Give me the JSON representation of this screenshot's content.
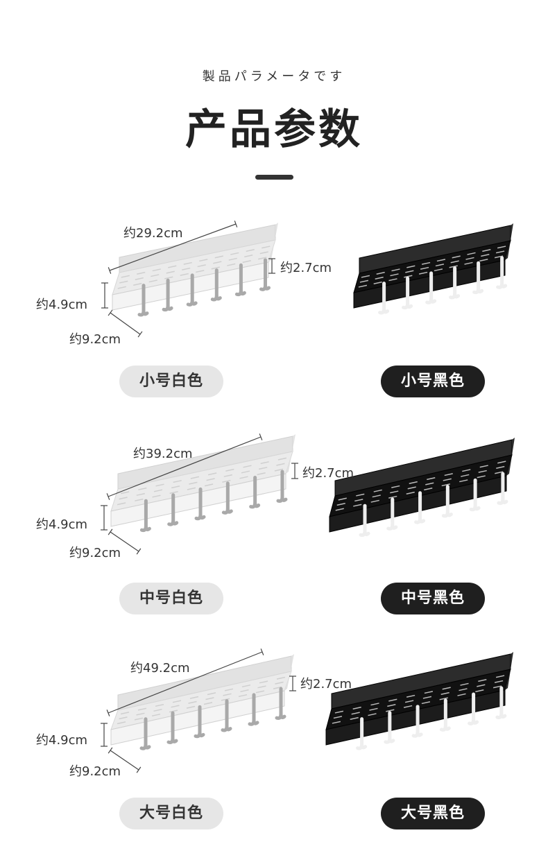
{
  "header": {
    "subtitle": "製品パラメータです",
    "title": "产品参数"
  },
  "variants": [
    {
      "size_label_white": "小号白色",
      "size_label_black": "小号黑色",
      "length": "约29.2cm",
      "height": "约4.9cm",
      "depth": "约9.2cm",
      "lip": "约2.7cm"
    },
    {
      "size_label_white": "中号白色",
      "size_label_black": "中号黑色",
      "length": "约39.2cm",
      "height": "约4.9cm",
      "depth": "约9.2cm",
      "lip": "约2.7cm"
    },
    {
      "size_label_white": "大号白色",
      "size_label_black": "大号黑色",
      "length": "约49.2cm",
      "height": "约4.9cm",
      "depth": "约9.2cm",
      "lip": "约2.7cm"
    }
  ],
  "colors": {
    "white_shelf": "#f4f4f4",
    "black_shelf": "#1c1c1c",
    "accent": "#333333"
  }
}
